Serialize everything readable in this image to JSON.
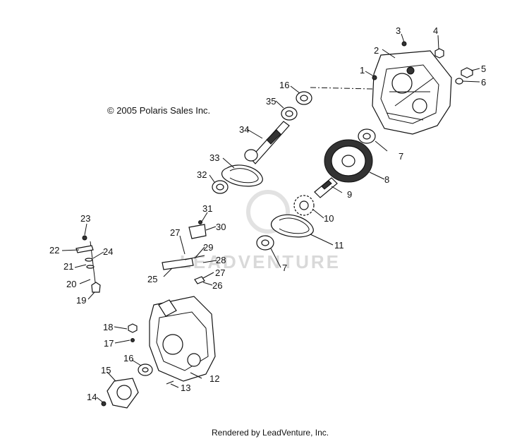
{
  "copyright": "© 2005 Polaris Sales Inc.",
  "footer": "Rendered by LeadVenture, Inc.",
  "watermark": "LEADVENTURE",
  "callouts": {
    "c1": "1",
    "c2": "2",
    "c3": "3",
    "c4": "4",
    "c5": "5",
    "c6": "6",
    "c7a": "7",
    "c7b": "7",
    "c8": "8",
    "c9": "9",
    "c10": "10",
    "c11": "11",
    "c12": "12",
    "c13": "13",
    "c14": "14",
    "c15": "15",
    "c16a": "16",
    "c16b": "16",
    "c17": "17",
    "c18": "18",
    "c19": "19",
    "c20": "20",
    "c21": "21",
    "c22": "22",
    "c23": "23",
    "c24": "24",
    "c25": "25",
    "c26": "26",
    "c27a": "27",
    "c27b": "27",
    "c28": "28",
    "c29": "29",
    "c30": "30",
    "c31": "31",
    "c32": "32",
    "c33": "33",
    "c34": "34",
    "c35": "35"
  }
}
